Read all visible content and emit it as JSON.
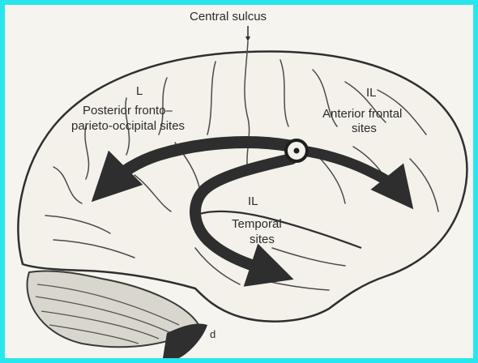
{
  "labels": {
    "central_sulcus": "Central sulcus",
    "posterior": {
      "tag": "L",
      "line1": "Posterior fronto–",
      "line2": "parieto-occipital sites"
    },
    "anterior": {
      "tag": "IL",
      "line1": "Anterior frontal",
      "line2": "sites"
    },
    "temporal": {
      "tag": "IL",
      "line1": "Temporal",
      "line2": "sites"
    },
    "brainstem_mark": "d"
  },
  "colors": {
    "frame": "#29e6ec",
    "paper": "#f6f4ee",
    "ink": "#2b2b2b",
    "arrow": "#2e2e2e"
  }
}
